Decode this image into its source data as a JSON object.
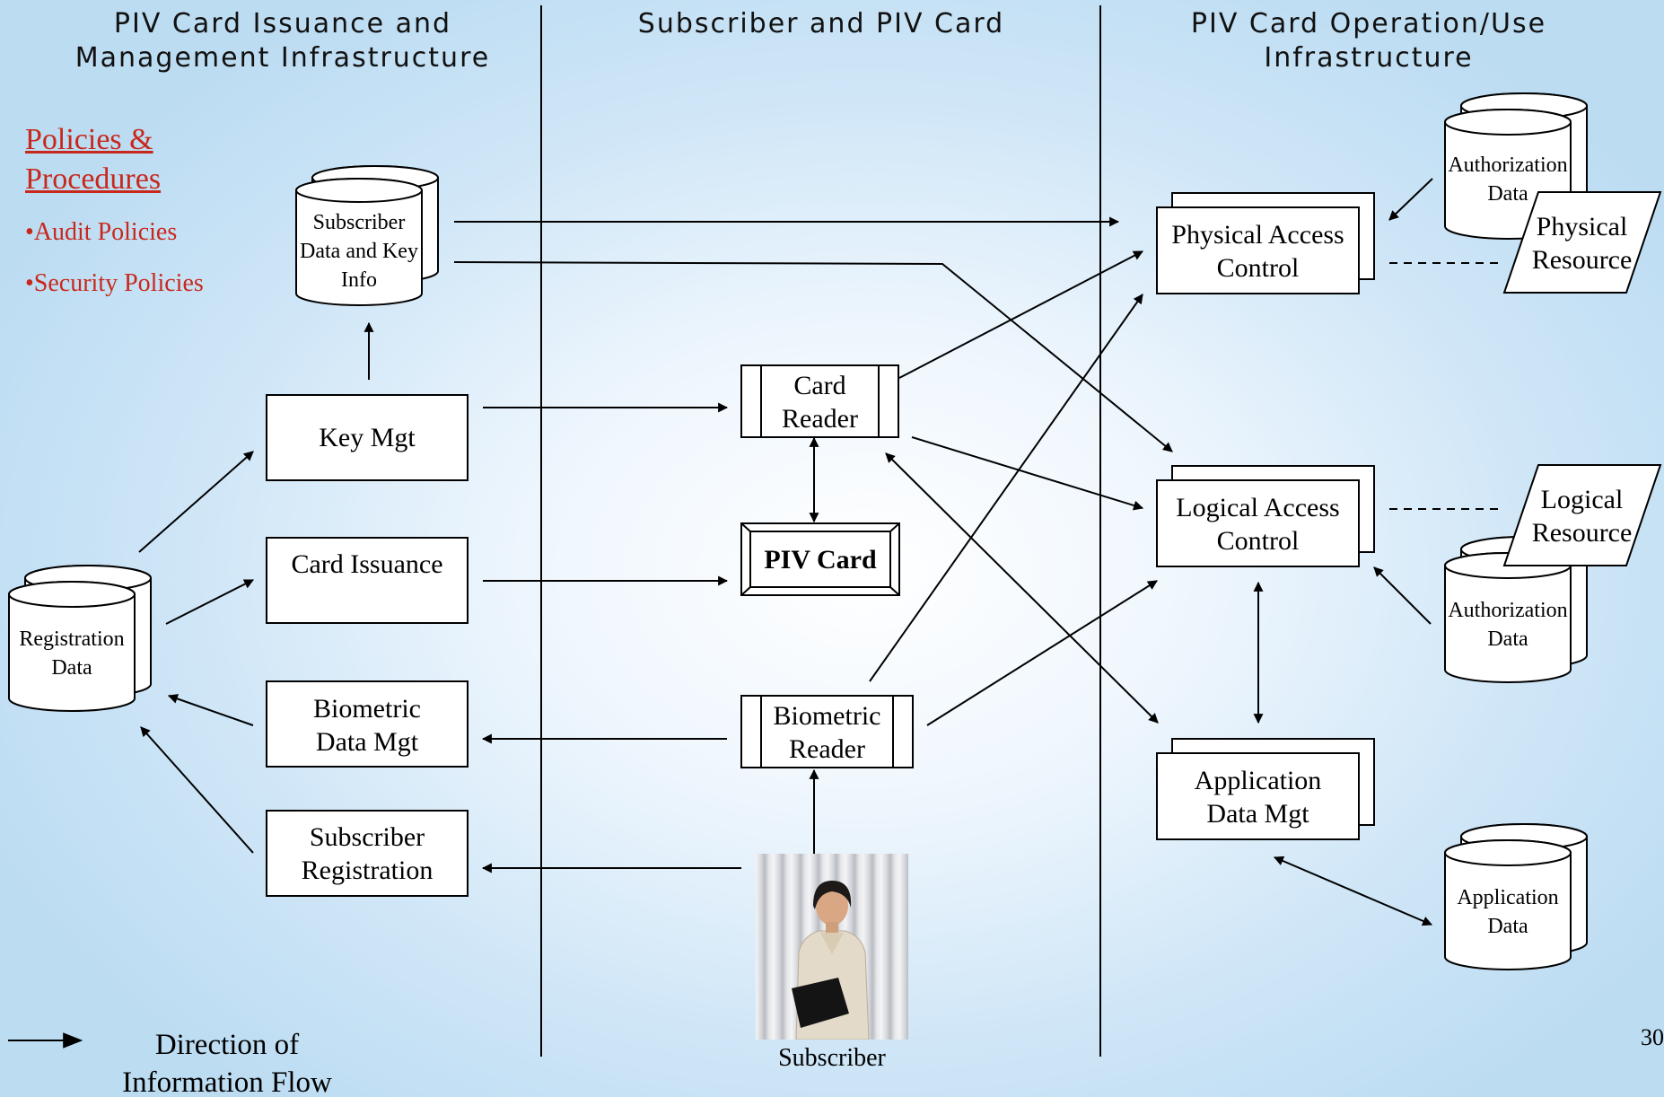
{
  "headers": {
    "left": "PIV Card Issuance and Management Infrastructure",
    "middle": "Subscriber and PIV Card",
    "right": "PIV Card Operation/Use Infrastructure"
  },
  "policies": {
    "title": "Policies & Procedures",
    "items": [
      "•Audit Policies",
      "•Security Policies"
    ]
  },
  "nodes": {
    "subscriber_data": "Subscriber Data and Key Info",
    "registration_data": "Registration Data",
    "key_mgt": "Key Mgt",
    "card_issuance": "Card Issuance",
    "biometric_data_mgt": "Biometric Data Mgt",
    "subscriber_registration": "Subscriber Registration",
    "card_reader": "Card Reader",
    "piv_card": "PIV Card",
    "biometric_reader": "Biometric Reader",
    "subscriber": "Subscriber",
    "physical_access_control": "Physical Access Control",
    "logical_access_control": "Logical Access Control",
    "application_data_mgt": "Application Data Mgt",
    "authorization_data": "Authorization Data",
    "physical_resource": "Physical Resource",
    "logical_resource": "Logical Resource",
    "application_data": "Application Data"
  },
  "legend": {
    "label": "Direction of Information Flow"
  },
  "page_number": "30",
  "colors": {
    "accent_red": "#c8281c",
    "line": "#000000"
  },
  "icons": {
    "subscriber_photo": "person-photo"
  }
}
